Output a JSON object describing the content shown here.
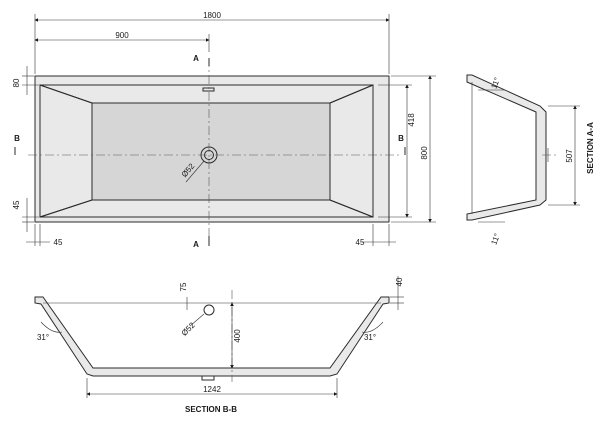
{
  "plan": {
    "dims": {
      "overall_length": "1800",
      "half_length": "900",
      "rim_top": "80",
      "basin_width": "418",
      "overall_width": "800",
      "rim_bottom": "45",
      "rim_left": "45",
      "rim_right": "45",
      "waste": "Ø52"
    },
    "markers": {
      "section_a_top": "A",
      "section_a_bottom": "A",
      "section_b_left": "B",
      "section_b_right": "B"
    }
  },
  "section_aa": {
    "title": "SECTION A-A",
    "angle_top": "11°",
    "angle_bottom": "11°",
    "height": "507"
  },
  "section_bb": {
    "title": "SECTION B-B",
    "rim": "40",
    "waste_offset": "75",
    "waste": "Ø52",
    "depth": "400",
    "base_length": "1242",
    "angle_left": "31°",
    "angle_right": "31°"
  },
  "colors": {
    "line": "#2b2b2b",
    "fill_light": "#e9e9e9",
    "fill_mid": "#d6d6d6"
  }
}
